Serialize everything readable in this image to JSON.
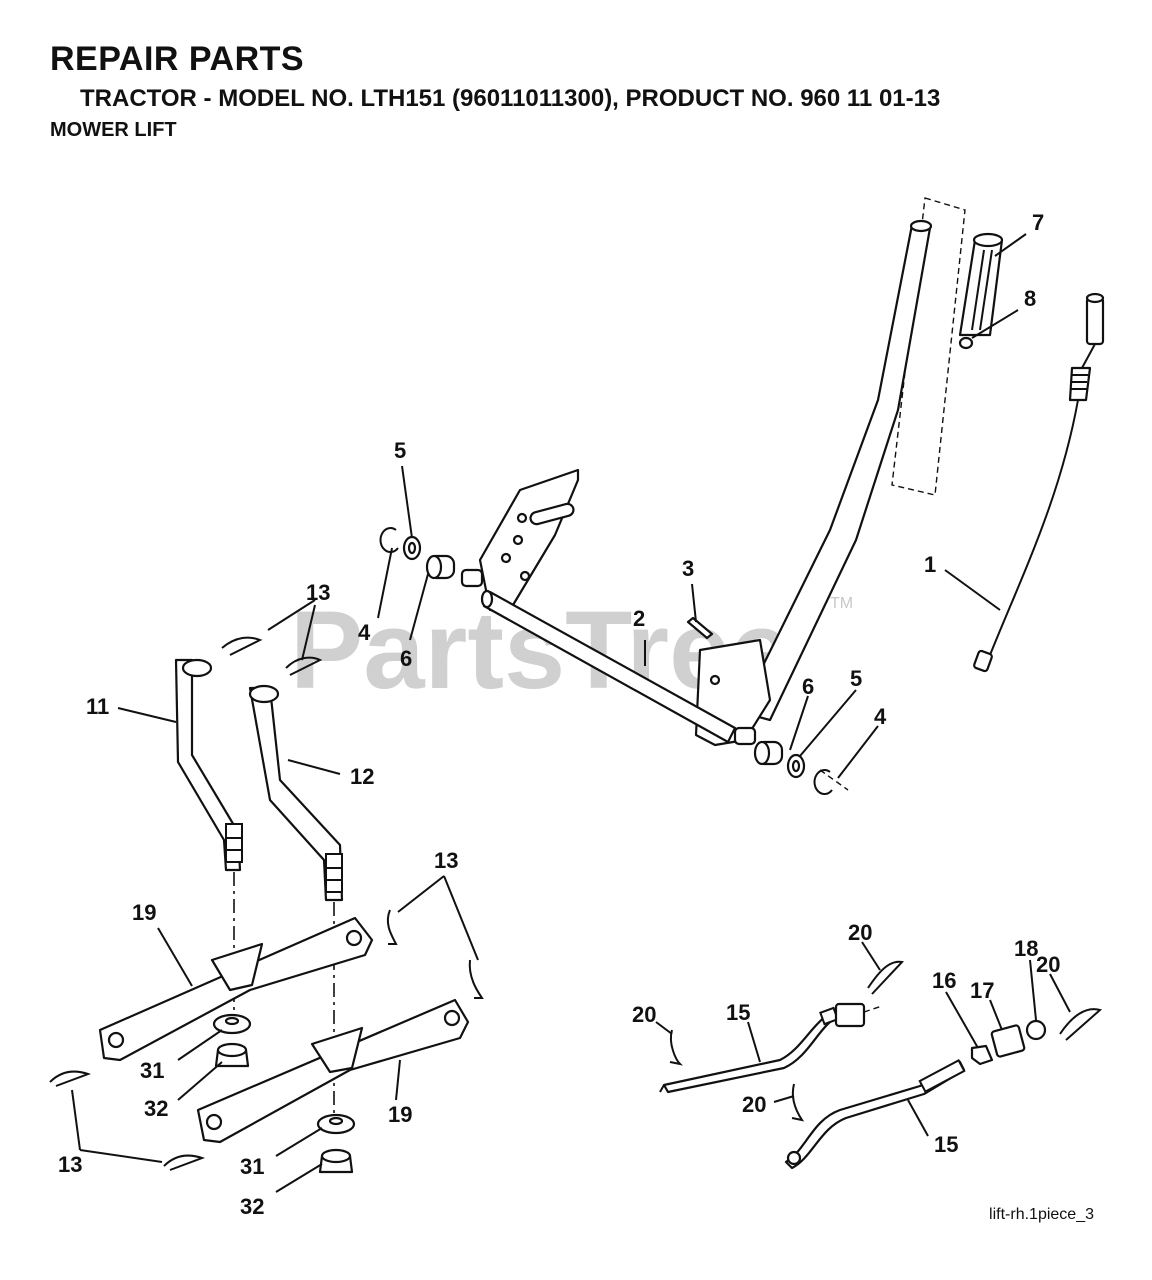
{
  "header": {
    "title": "REPAIR PARTS",
    "subtitle": "TRACTOR - MODEL NO. LTH151 (96011011300), PRODUCT NO. 960 11 01-13",
    "section": "MOWER LIFT"
  },
  "watermark": {
    "text": "PartsTree",
    "tm": "TM"
  },
  "reference_code": "lift-rh.1piece_3",
  "callouts": {
    "c1": "1",
    "c2": "2",
    "c3": "3",
    "c4a": "4",
    "c4b": "4",
    "c5a": "5",
    "c5b": "5",
    "c6a": "6",
    "c6b": "6",
    "c7": "7",
    "c8": "8",
    "c11": "11",
    "c12": "12",
    "c13a": "13",
    "c13b": "13",
    "c13c": "13",
    "c15a": "15",
    "c15b": "15",
    "c16": "16",
    "c17": "17",
    "c18": "18",
    "c19a": "19",
    "c19b": "19",
    "c20a": "20",
    "c20b": "20",
    "c20c": "20",
    "c20d": "20",
    "c31a": "31",
    "c31b": "31",
    "c32a": "32",
    "c32b": "32"
  }
}
